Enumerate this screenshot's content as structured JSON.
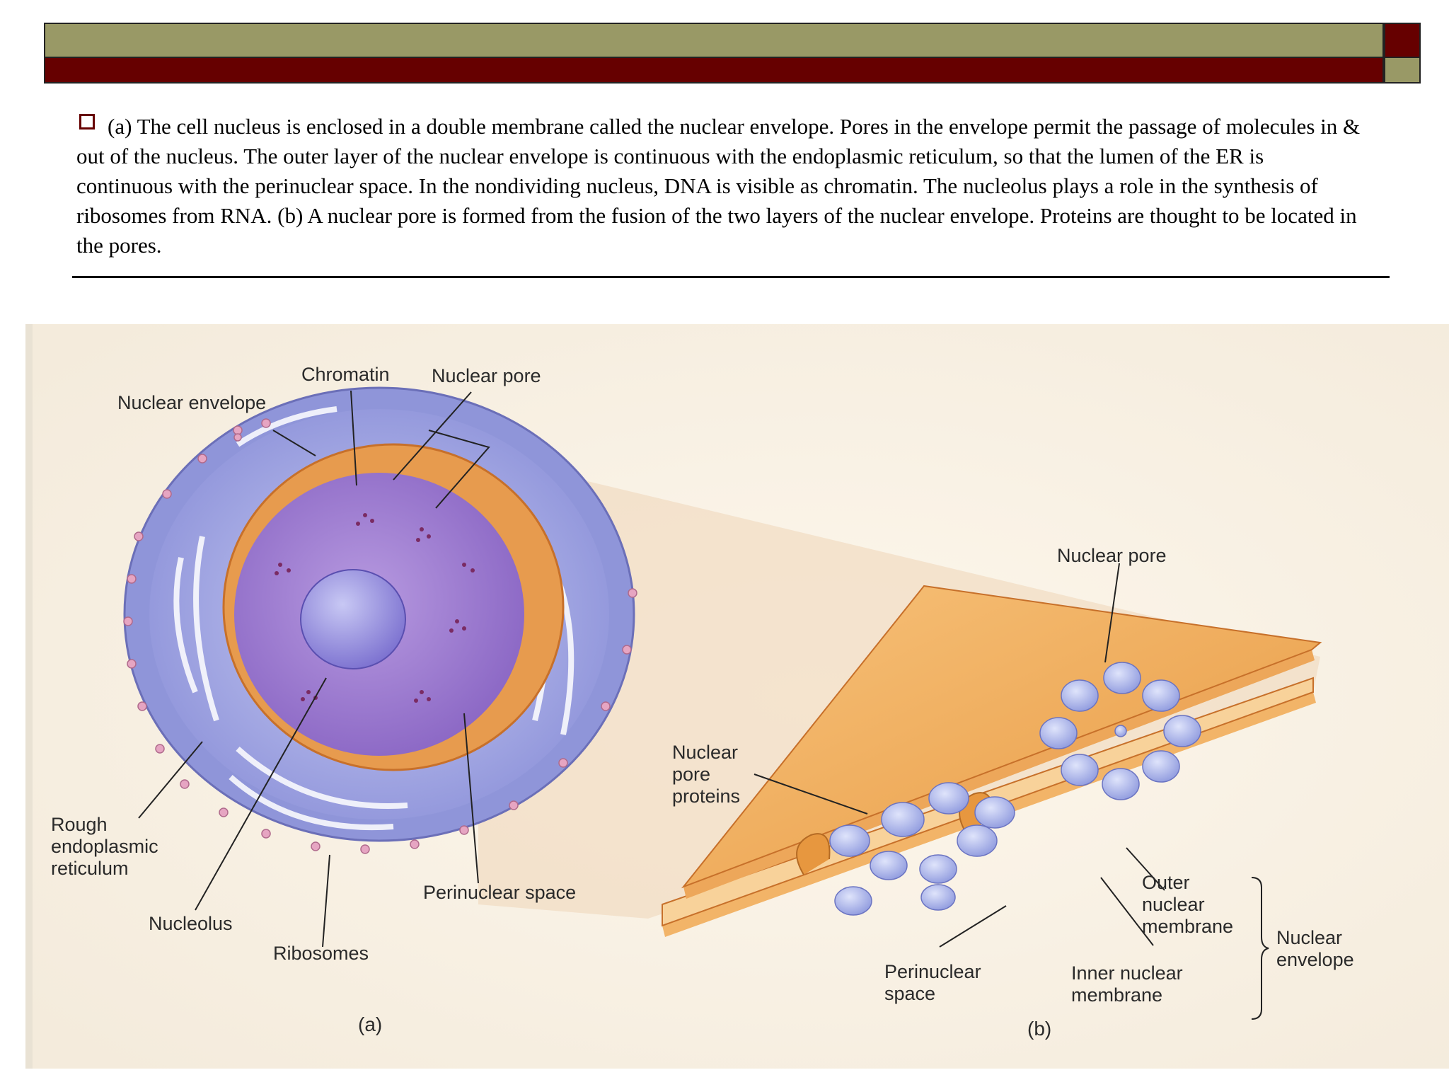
{
  "caption": "(a) The cell nucleus is enclosed in a double membrane called the nuclear envelope. Pores in the envelope permit the passage of molecules in & out of the nucleus. The outer layer of the nuclear envelope is continuous with the endoplasmic reticulum, so that the lumen of the ER is continuous with the perinuclear space. In the nondividing nucleus, DNA is visible as chromatin. The nucleolus plays a role in the synthesis of ribosomes from RNA. (b) A nuclear pore is formed from the fusion of the two layers of the nuclear envelope. Proteins are thought to be located in the pores.",
  "colors": {
    "olive": "#999966",
    "maroon": "#660000"
  },
  "figure": {
    "panel_a": {
      "tag": "(a)",
      "labels": {
        "chromatin": "Chromatin",
        "nuclear_pore": "Nuclear pore",
        "nuclear_envelope": "Nuclear envelope",
        "rough_er": "Rough\nendoplasmic\nreticulum",
        "nucleolus": "Nucleolus",
        "ribosomes": "Ribosomes",
        "perinuclear_space": "Perinuclear space"
      }
    },
    "panel_b": {
      "tag": "(b)",
      "labels": {
        "nuclear_pore": "Nuclear pore",
        "nuclear_pore_proteins": "Nuclear\npore\nproteins",
        "outer_membrane": "Outer\nnuclear\nmembrane",
        "nuclear_envelope": "Nuclear\nenvelope",
        "perinuclear_space": "Perinuclear\nspace",
        "inner_membrane": "Inner nuclear\nmembrane"
      }
    }
  }
}
